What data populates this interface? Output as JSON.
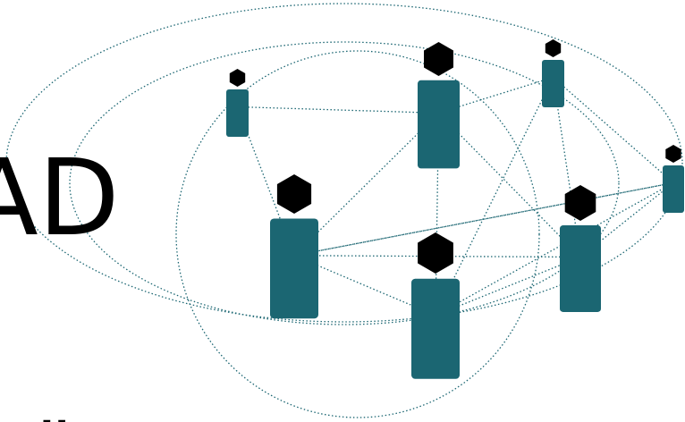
{
  "diagram": {
    "headline_text": "AD",
    "footer_text": "..",
    "colors": {
      "person_body": "#1b6672",
      "person_head": "#000000",
      "connector": "#1b6672",
      "background": "#ffffff"
    },
    "node_icon": "person-icon",
    "people": [
      {
        "id": "p1",
        "size": "small"
      },
      {
        "id": "p2",
        "size": "large"
      },
      {
        "id": "p3",
        "size": "small"
      },
      {
        "id": "p4",
        "size": "small"
      },
      {
        "id": "p5",
        "size": "large"
      },
      {
        "id": "p6",
        "size": "large"
      },
      {
        "id": "p7",
        "size": "large"
      }
    ],
    "connections": [
      [
        "p1",
        "p2"
      ],
      [
        "p1",
        "p5"
      ],
      [
        "p2",
        "p3"
      ],
      [
        "p2",
        "p5"
      ],
      [
        "p2",
        "p6"
      ],
      [
        "p2",
        "p7"
      ],
      [
        "p3",
        "p6"
      ],
      [
        "p3",
        "p7"
      ],
      [
        "p3",
        "p4"
      ],
      [
        "p4",
        "p5"
      ],
      [
        "p4",
        "p6"
      ],
      [
        "p4",
        "p7"
      ],
      [
        "p5",
        "p6"
      ],
      [
        "p5",
        "p7"
      ],
      [
        "p6",
        "p7"
      ],
      [
        "p5",
        "p4"
      ]
    ]
  }
}
